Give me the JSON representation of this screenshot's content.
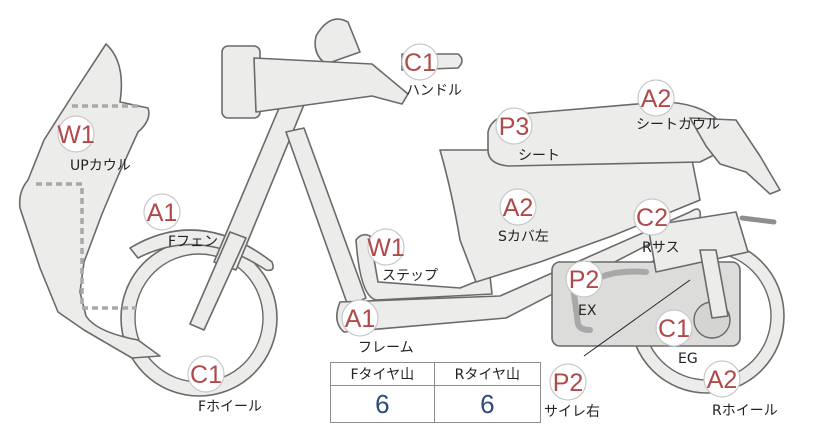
{
  "colors": {
    "badge_text": "#b04a4a",
    "body_fill": "#ececea",
    "outline": "#6a6a6a",
    "tread_value": "#2f4a7a"
  },
  "parts": [
    {
      "id": "handle",
      "grade": "C1",
      "label": "ハンドル"
    },
    {
      "id": "up-cowl",
      "grade": "W1",
      "label": "UPカウル"
    },
    {
      "id": "seat",
      "grade": "P3",
      "label": "シート"
    },
    {
      "id": "seat-cowl",
      "grade": "A2",
      "label": "シートカウル"
    },
    {
      "id": "f-fender",
      "grade": "A1",
      "label": "Fフェン"
    },
    {
      "id": "s-cover-left",
      "grade": "A2",
      "label": "Sカバ左"
    },
    {
      "id": "r-suspension",
      "grade": "C2",
      "label": "Rサス"
    },
    {
      "id": "step",
      "grade": "W1",
      "label": "ステップ"
    },
    {
      "id": "ex",
      "grade": "P2",
      "label": "EX"
    },
    {
      "id": "frame",
      "grade": "A1",
      "label": "フレーム"
    },
    {
      "id": "eg",
      "grade": "C1",
      "label": "EG"
    },
    {
      "id": "f-wheel",
      "grade": "C1",
      "label": "Fホイール"
    },
    {
      "id": "muffler-right",
      "grade": "P2",
      "label": "サイレ右"
    },
    {
      "id": "r-wheel",
      "grade": "A2",
      "label": "Rホイール"
    }
  ],
  "tread": {
    "headers": [
      "Fタイヤ山",
      "Rタイヤ山"
    ],
    "values": [
      "6",
      "6"
    ]
  }
}
